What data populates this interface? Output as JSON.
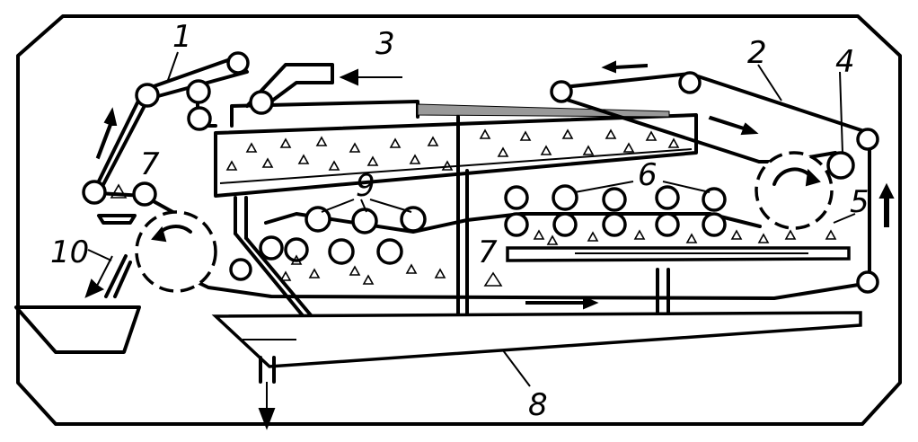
{
  "diagram": {
    "labels": {
      "l1": "1",
      "l2": "2",
      "l3": "3",
      "l4": "4",
      "l5": "5",
      "l6": "6",
      "l7a": "7",
      "l7b": "7",
      "l8": "8",
      "l9": "9",
      "l10": "10"
    },
    "colors": {
      "ink": "#000000",
      "background": "#ffffff"
    }
  }
}
